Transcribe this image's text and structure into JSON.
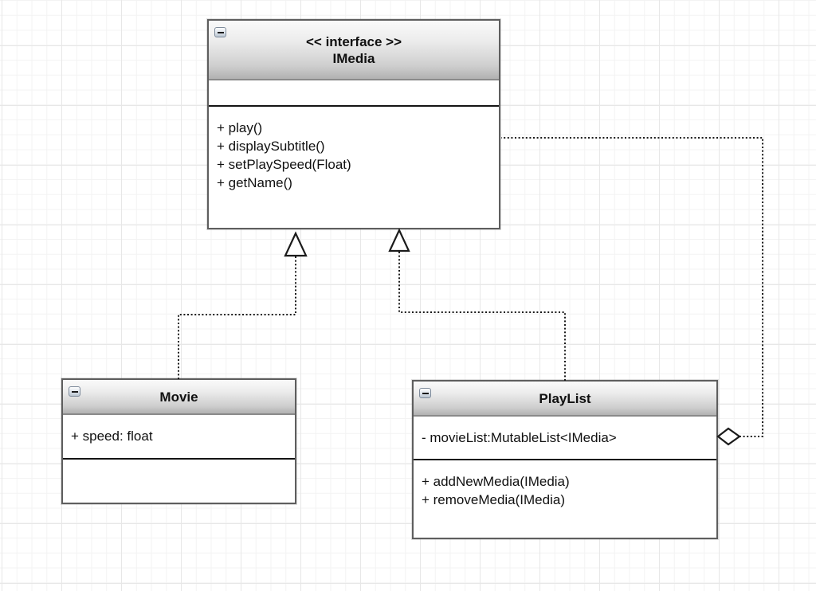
{
  "diagram": {
    "type": "uml-class-diagram",
    "classes": [
      {
        "id": "imedia",
        "stereotype": "<< interface >>",
        "name": "IMedia",
        "attributes": [],
        "methods": [
          "+ play()",
          "+ displaySubtitle()",
          "+ setPlaySpeed(Float)",
          "+ getName()"
        ]
      },
      {
        "id": "movie",
        "stereotype": "",
        "name": "Movie",
        "attributes": [
          "+ speed: float"
        ],
        "methods": []
      },
      {
        "id": "playlist",
        "stereotype": "",
        "name": "PlayList",
        "attributes": [
          "- movieList:MutableList<IMedia>"
        ],
        "methods": [
          "+ addNewMedia(IMedia)",
          "+ removeMedia(IMedia)"
        ]
      }
    ],
    "relationships": [
      {
        "type": "realization",
        "from": "Movie",
        "to": "IMedia",
        "line": "dotted",
        "arrowhead": "hollow-triangle"
      },
      {
        "type": "realization",
        "from": "PlayList",
        "to": "IMedia",
        "line": "dotted",
        "arrowhead": "hollow-triangle"
      },
      {
        "type": "aggregation",
        "from": "PlayList",
        "to": "IMedia",
        "line": "dotted",
        "arrowhead": "hollow-diamond"
      }
    ],
    "icons": {
      "collapse": "minus"
    },
    "colors": {
      "box_border": "#5e5e5e",
      "header_gradient_top": "#fafafa",
      "header_gradient_bottom": "#b1b1b1",
      "section_separator": "#141414",
      "edge_line": "#1b1b1b",
      "grid_minor": "#f3f3f3",
      "grid_major": "#e7e7e7",
      "collapse_button_border": "#7e8b9b",
      "canvas_background": "#ffffff"
    }
  }
}
